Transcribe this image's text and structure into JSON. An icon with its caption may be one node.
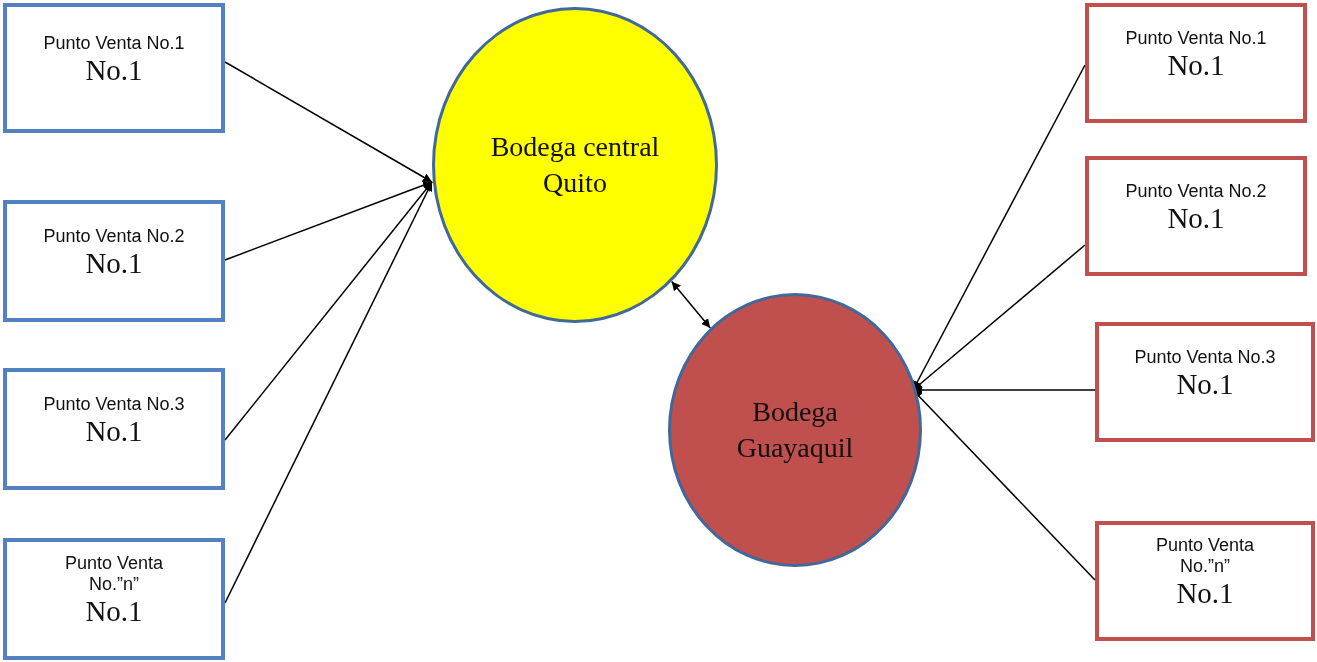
{
  "diagram": {
    "nodes": [
      {
        "text": [
          "Punto Venta No.1",
          "No.1"
        ]
      },
      {
        "text": [
          "Punto Venta No.2",
          "No.1"
        ]
      },
      {
        "text": [
          "Punto Venta No.3",
          "No.1"
        ]
      },
      {
        "text": [
          "Punto Venta No.”n”",
          "No.1"
        ]
      },
      {
        "text": [
          "Bodega central Quito"
        ]
      },
      {
        "text": [
          "Bodega Guayaquil"
        ]
      },
      {
        "text": [
          "Punto Venta No.1",
          "No.1"
        ]
      },
      {
        "text": [
          "Punto Venta No.2",
          "No.1"
        ]
      },
      {
        "text": [
          "Punto Venta No.3",
          "No.1"
        ]
      },
      {
        "text": [
          "Punto Venta No.”n”",
          "No.1"
        ]
      }
    ],
    "edges": [
      {
        "from": 0,
        "to": 4,
        "arrow": "to"
      },
      {
        "from": 1,
        "to": 4,
        "arrow": "to"
      },
      {
        "from": 2,
        "to": 4,
        "arrow": "to"
      },
      {
        "from": 3,
        "to": 4,
        "arrow": "to"
      },
      {
        "from": 4,
        "to": 5,
        "arrow": "both"
      },
      {
        "from": 6,
        "to": 5,
        "arrow": "to"
      },
      {
        "from": 7,
        "to": 5,
        "arrow": "to"
      },
      {
        "from": 8,
        "to": 5,
        "arrow": "to"
      },
      {
        "from": 9,
        "to": 5,
        "arrow": "to"
      }
    ]
  }
}
